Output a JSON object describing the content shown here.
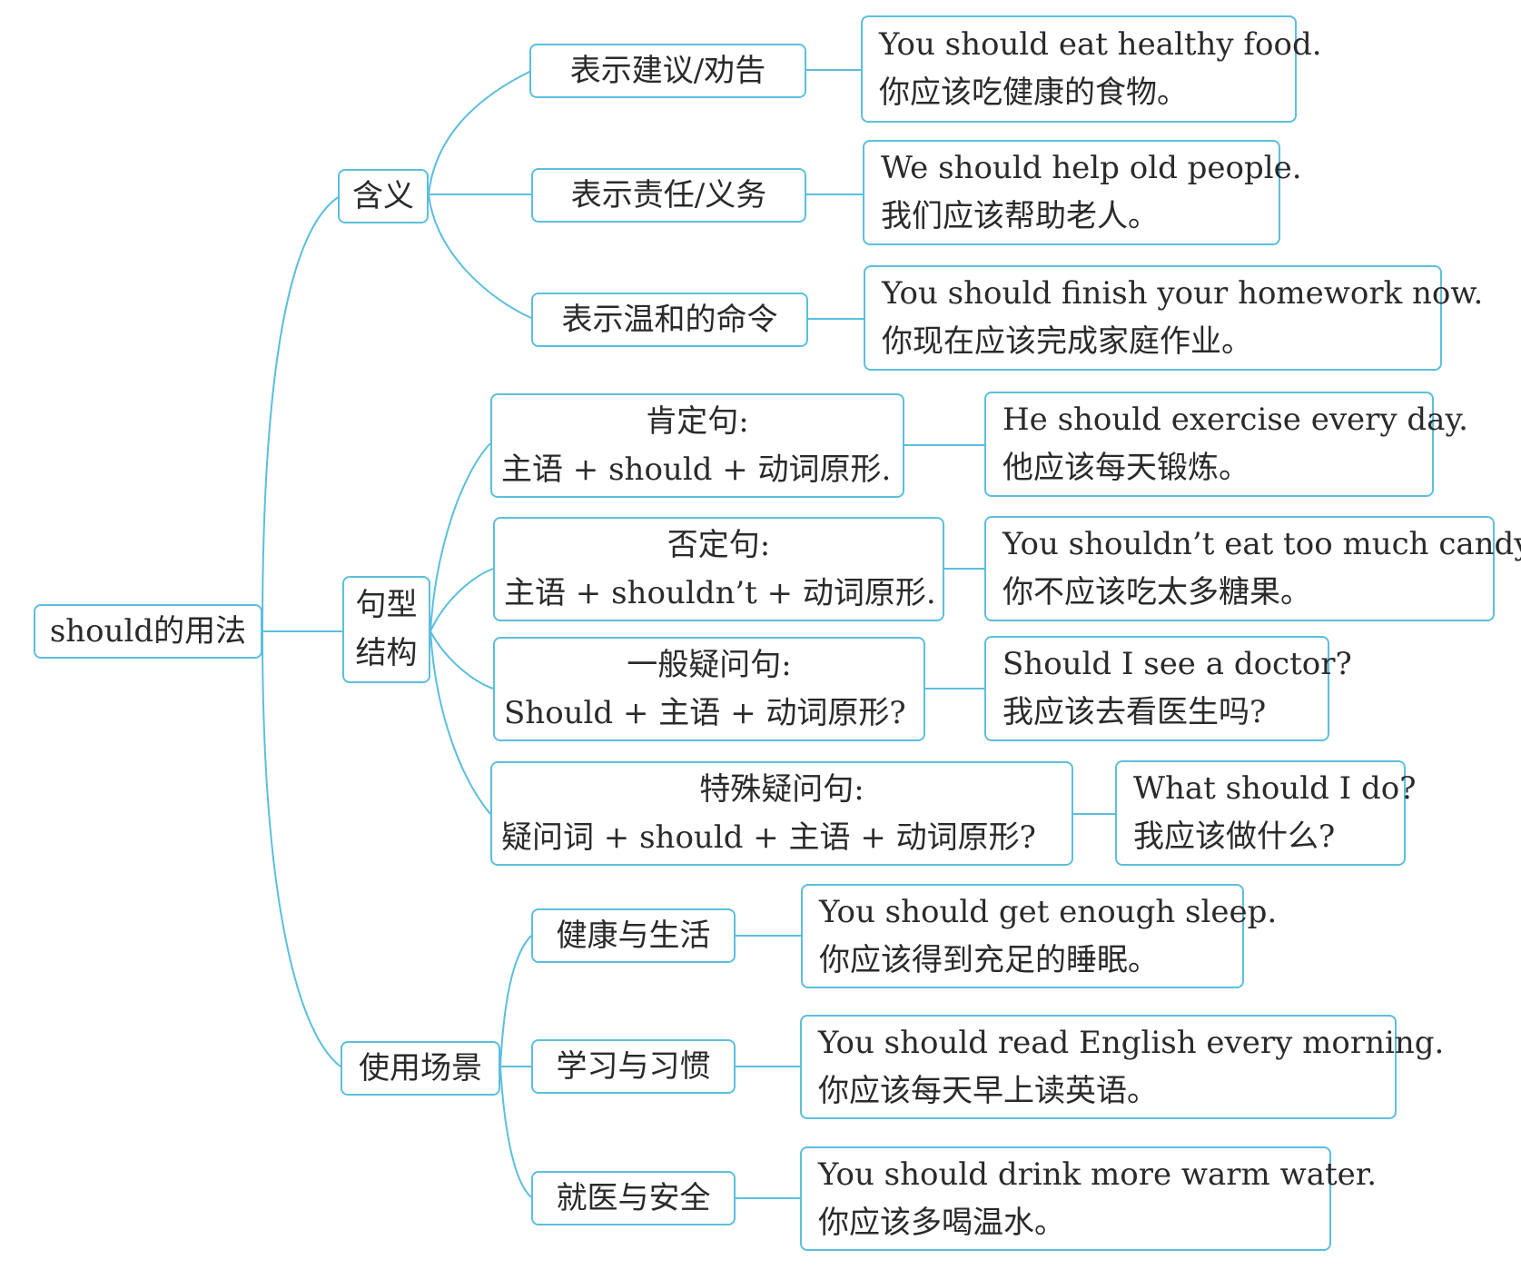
{
  "root": {
    "label": "should的用法"
  },
  "categories": {
    "meaning": {
      "label": "含义",
      "items": [
        {
          "label": "表示建议/劝告",
          "example_en": "You should eat healthy food.",
          "example_zh": "你应该吃健康的食物。"
        },
        {
          "label": "表示责任/义务",
          "example_en": "We should help old people.",
          "example_zh": "我们应该帮助老人。"
        },
        {
          "label": "表示温和的命令",
          "example_en": "You should finish your homework now.",
          "example_zh": "你现在应该完成家庭作业。"
        }
      ]
    },
    "structure": {
      "label_line1": "句型",
      "label_line2": "结构",
      "items": [
        {
          "heading": "肯定句:",
          "pattern": "主语 + should + 动词原形.",
          "example_en": "He should exercise every day.",
          "example_zh": "他应该每天锻炼。"
        },
        {
          "heading": "否定句:",
          "pattern": "主语 + shouldn’t + 动词原形.",
          "example_en": "You shouldn’t eat too much candy.",
          "example_zh": "你不应该吃太多糖果。"
        },
        {
          "heading": "一般疑问句:",
          "pattern": "Should + 主语 + 动词原形?",
          "example_en": "Should I see a doctor?",
          "example_zh": "我应该去看医生吗?"
        },
        {
          "heading": "特殊疑问句:",
          "pattern": "疑问词 + should + 主语 + 动词原形?",
          "example_en": "What should I do?",
          "example_zh": "我应该做什么?"
        }
      ]
    },
    "scenes": {
      "label": "使用场景",
      "items": [
        {
          "label": "健康与生活",
          "example_en": "You should get enough sleep.",
          "example_zh": "你应该得到充足的睡眠。"
        },
        {
          "label": "学习与习惯",
          "example_en": "You should read English every morning.",
          "example_zh": "你应该每天早上读英语。"
        },
        {
          "label": "就医与安全",
          "example_en": "You should drink more warm water.",
          "example_zh": "你应该多喝温水。"
        }
      ]
    }
  },
  "colors": {
    "line": "#5bbfde",
    "border": "#5bbfde",
    "text": "#2a2a2a"
  }
}
